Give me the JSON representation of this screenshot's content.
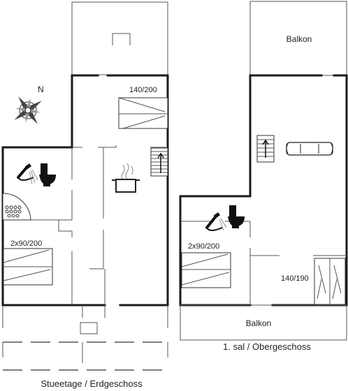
{
  "floors": {
    "ground": {
      "caption": "Stueetage / Erdgeschoss",
      "bed_label_top": "140/200",
      "bed_label_left": "2x90/200"
    },
    "upper": {
      "caption": "1. sal / Obergeschoss",
      "balcony_top": "Balkon",
      "balcony_bottom": "Balkon",
      "bed_label_left": "2x90/200",
      "bed_label_right": "140/190"
    }
  },
  "compass": {
    "north_label": "N"
  },
  "icons": [
    "compass-rose-icon",
    "shower-icon",
    "toilet-icon",
    "stove-pot-icon",
    "stairs-icon",
    "sofa-icon",
    "sauna-heater-icon",
    "bed-icon",
    "wardrobe-icon"
  ]
}
